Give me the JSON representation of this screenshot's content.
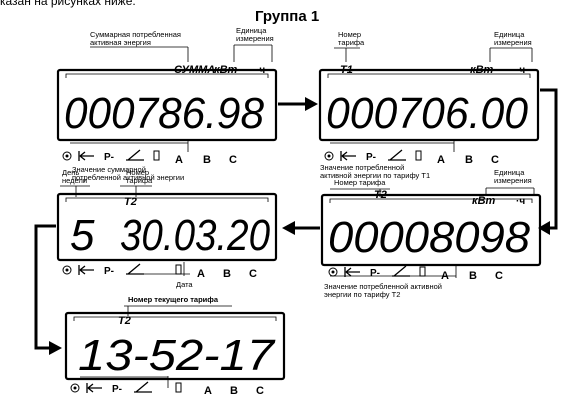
{
  "top_text": "казан на рисунках ниже.",
  "group_title": "Группа 1",
  "panels": [
    {
      "display": "000786.98",
      "badges": [
        "СУММА",
        "кВт",
        "·ч"
      ],
      "annotations": [
        "Суммарная потребленная",
        "активная энергия",
        "Единица",
        "измерения"
      ],
      "bottom_note": [
        "Значение суммарной",
        "потребленной активной энергии"
      ]
    },
    {
      "display": "000706.00",
      "badges": [
        "T1",
        "кВт",
        "·ч"
      ],
      "annotations": [
        "Номер",
        "тарифа",
        "Единица",
        "измерения"
      ],
      "bottom_note": [
        "Значение потребленной",
        "активной энергии по тарифу Т1"
      ]
    },
    {
      "display": "00008098",
      "badges": [
        "T2",
        "кВт",
        "·ч"
      ],
      "annotations": [
        "Номер тарифа",
        "Единица",
        "измерения"
      ],
      "bottom_note": [
        "Значение потребленной активной",
        "энергии по тарифу Т2"
      ]
    },
    {
      "display_day": "5",
      "display": "30.03.20",
      "badges": [
        "T2"
      ],
      "annotations": [
        "День",
        "недели",
        "Номер",
        "тарифа"
      ],
      "bottom_note": [
        "Дата"
      ]
    },
    {
      "display": "13-52-17",
      "badges": [
        "T2"
      ],
      "annotations": [
        "Номер текущего тарифа"
      ]
    }
  ],
  "status_icons": [
    "sync-icon",
    "arrow-left-bar-icon",
    "p-minus-label",
    "slope-icon",
    "battery-icon"
  ],
  "status_text": [
    "P-",
    "A",
    "B",
    "C"
  ]
}
